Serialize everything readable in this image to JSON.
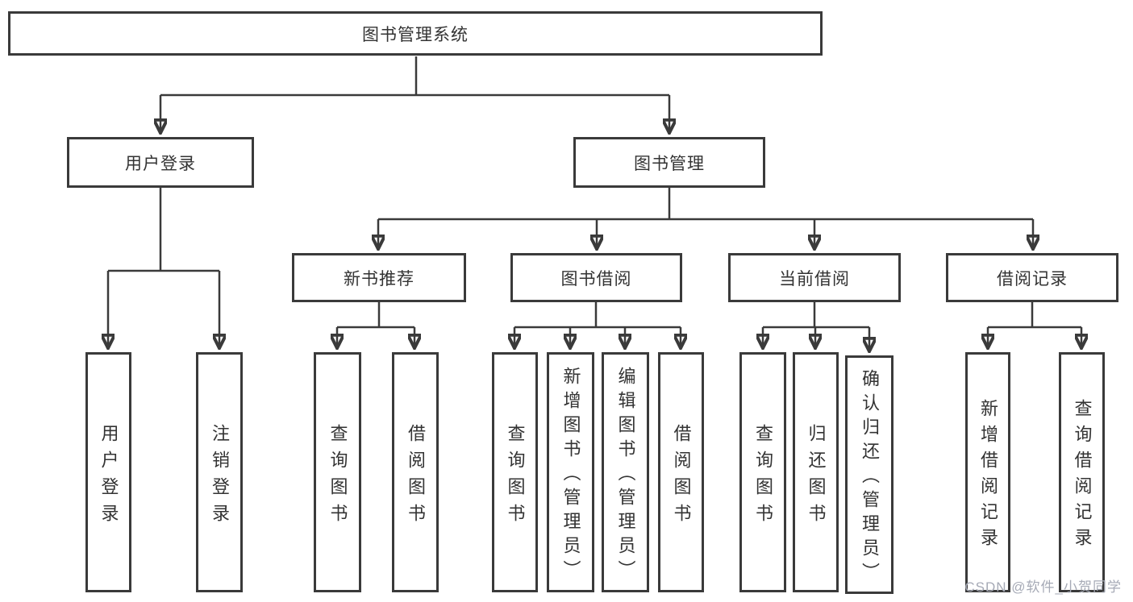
{
  "nodes": {
    "root": "图书管理系统",
    "user_login": "用户登录",
    "book_management": "图书管理",
    "new_book_recommend": "新书推荐",
    "book_borrowing": "图书借阅",
    "current_borrowing": "当前借阅",
    "borrowing_records": "借阅记录",
    "user_login_leaf": "用户登录",
    "logout_login": "注销登录",
    "query_book_recommend": "查询图书",
    "borrow_book_recommend": "借阅图书",
    "query_book_borrowing": "查询图书",
    "add_book_admin": "新增图书（管理员）",
    "edit_book_admin": "编辑图书（管理员）",
    "borrow_book_borrowing": "借阅图书",
    "query_book_current": "查询图书",
    "return_book": "归还图书",
    "confirm_return_admin": "确认归还（管理员）",
    "add_borrow_record": "新增借阅记录",
    "query_borrow_record": "查询借阅记录"
  },
  "hierarchy": {
    "图书管理系统": {
      "用户登录": [
        "用户登录",
        "注销登录"
      ],
      "图书管理": {
        "新书推荐": [
          "查询图书",
          "借阅图书"
        ],
        "图书借阅": [
          "查询图书",
          "新增图书（管理员）",
          "编辑图书（管理员）",
          "借阅图书"
        ],
        "当前借阅": [
          "查询图书",
          "归还图书",
          "确认归还（管理员）"
        ],
        "借阅记录": [
          "新增借阅记录",
          "查询借阅记录"
        ]
      }
    }
  },
  "watermark": "CSDN @软件_小贺同学",
  "colors": {
    "line": "#3a3a3a",
    "text": "#333333",
    "watermark": "#a6aab6",
    "background": "#ffffff"
  }
}
